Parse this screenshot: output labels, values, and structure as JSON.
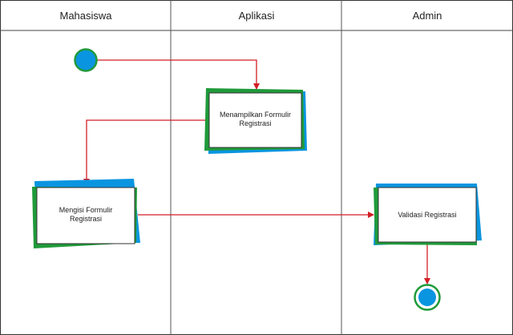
{
  "lanes": [
    {
      "title": "Mahasiswa"
    },
    {
      "title": "Aplikasi"
    },
    {
      "title": "Admin"
    }
  ],
  "nodes": {
    "tampil_formulir": {
      "line1": "Menampilkan Formulir",
      "line2": "Registrasi"
    },
    "isi_formulir": {
      "line1": "Mengisi Formulir",
      "line2": "Registrasi"
    },
    "validasi": {
      "line1": "Validasi Registrasi"
    }
  },
  "colors": {
    "arrow": "#d21f26",
    "accent_blue": "#0a95e0",
    "accent_green": "#1f9a3a",
    "border": "#333333"
  }
}
